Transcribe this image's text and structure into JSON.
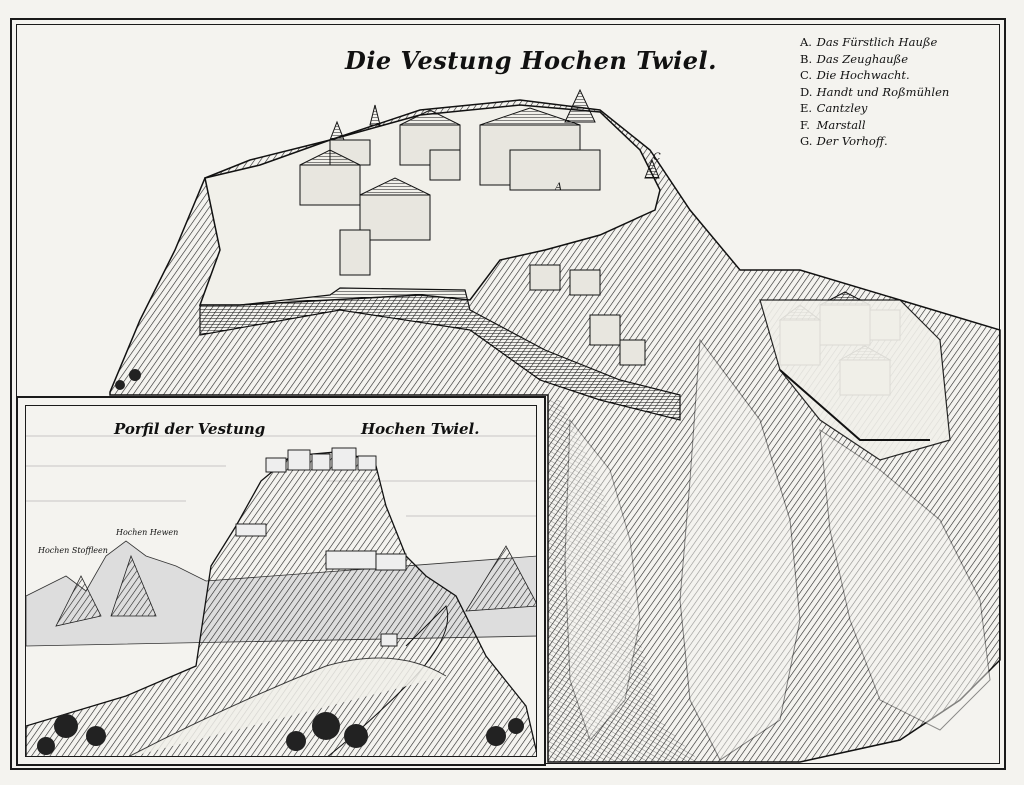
{
  "main": {
    "title": "Die Vestung Hochen Twiel.",
    "point_labels": {
      "c": "C",
      "a": "A"
    }
  },
  "legend": {
    "items": [
      {
        "key": "A.",
        "label": "Das Fürstlich Hauße"
      },
      {
        "key": "B.",
        "label": "Das Zeughauße"
      },
      {
        "key": "C.",
        "label": "Die Hochwacht."
      },
      {
        "key": "D.",
        "label": "Handt und Roßmühlen"
      },
      {
        "key": "E.",
        "label": "Cantzley"
      },
      {
        "key": "F.",
        "label": "Marstall"
      },
      {
        "key": "G.",
        "label": "Der Vorhoff."
      }
    ]
  },
  "inset": {
    "title_left": "Porfil der Vestung",
    "title_right": "Hochen Twiel.",
    "peak_left": "Hochen Stoffleen",
    "peak_right": "Hochen Hewen"
  },
  "colors": {
    "ink": "#1a1a1a",
    "paper": "#f4f3ef"
  }
}
